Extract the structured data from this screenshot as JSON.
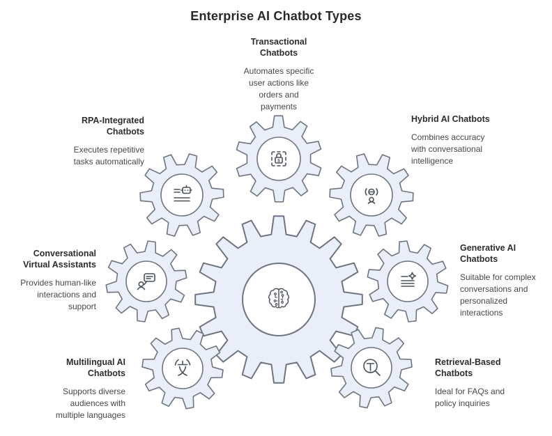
{
  "title": "Enterprise AI Chatbot Types",
  "colors": {
    "gear_fill": "#e9eef9",
    "gear_stroke": "#6e7480",
    "icon_stroke": "#4a5058",
    "heading_text": "#2b2d30",
    "body_text": "#45474a"
  },
  "center_gear": {
    "icon": "ai-brain-icon"
  },
  "items": [
    {
      "id": "transactional",
      "heading": "Transactional\nChatbots",
      "description": "Automates specific\nuser actions like\norders and\npayments",
      "icon": "payment-lock-icon"
    },
    {
      "id": "rpa",
      "heading": "RPA-Integrated\nChatbots",
      "description": "Executes repetitive\ntasks automatically",
      "icon": "task-list-robot-icon"
    },
    {
      "id": "hybrid",
      "heading": "Hybrid AI Chatbots",
      "description": "Combines accuracy\nwith conversational\nintelligence",
      "icon": "user-brackets-icon"
    },
    {
      "id": "conversational",
      "heading": "Conversational\nVirtual Assistants",
      "description": "Provides human-like\ninteractions and\nsupport",
      "icon": "person-chat-icon"
    },
    {
      "id": "generative",
      "heading": "Generative AI\nChatbots",
      "description": "Suitable for complex\nconversations and\npersonalized\ninteractions",
      "icon": "text-sparkle-icon"
    },
    {
      "id": "multilingual",
      "heading": "Multilingual AI\nChatbots",
      "description": "Supports diverse\naudiences with\nmultiple languages",
      "icon": "language-icon"
    },
    {
      "id": "retrieval",
      "heading": "Retrieval-Based\nChatbots",
      "description": "Ideal for FAQs and\npolicy inquiries",
      "icon": "search-text-icon"
    }
  ]
}
